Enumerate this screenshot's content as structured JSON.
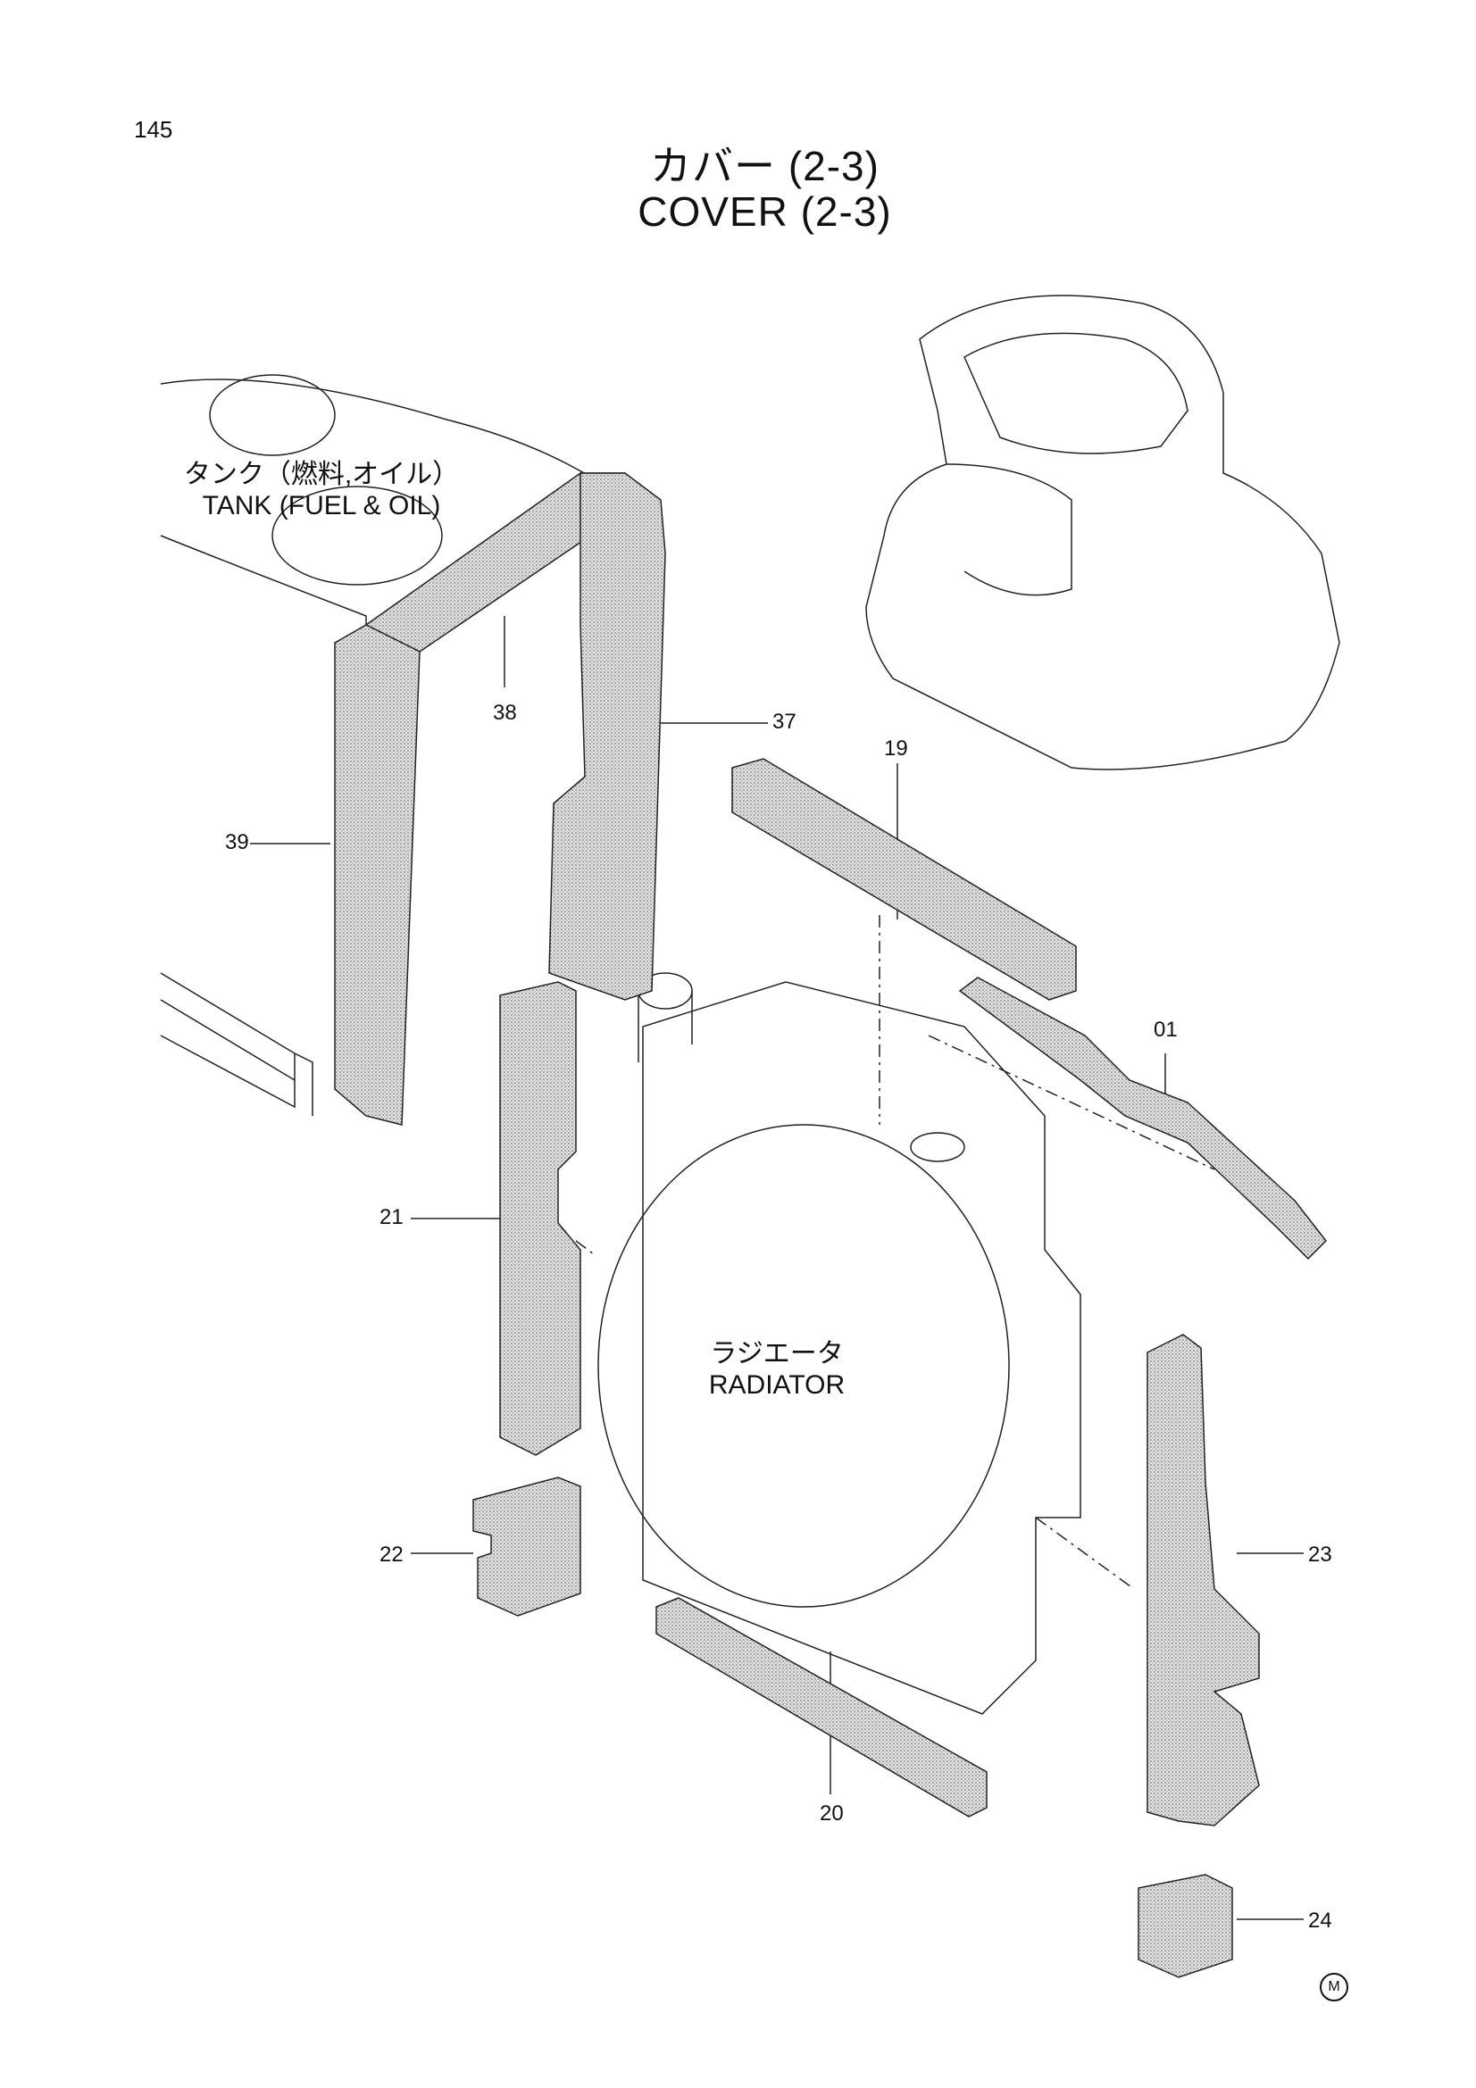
{
  "page_number": "145",
  "title_jp": "カバー (2-3)",
  "title_en": "COVER (2-3)",
  "labels": {
    "tank_jp": "タンク（燃料,オイル）",
    "tank_en": "TANK (FUEL & OIL)",
    "radiator_jp": "ラジエータ",
    "radiator_en": "RADIATOR"
  },
  "part_numbers": [
    "38",
    "37",
    "39",
    "19",
    "01",
    "21",
    "22",
    "23",
    "20",
    "24"
  ],
  "mark": "M"
}
